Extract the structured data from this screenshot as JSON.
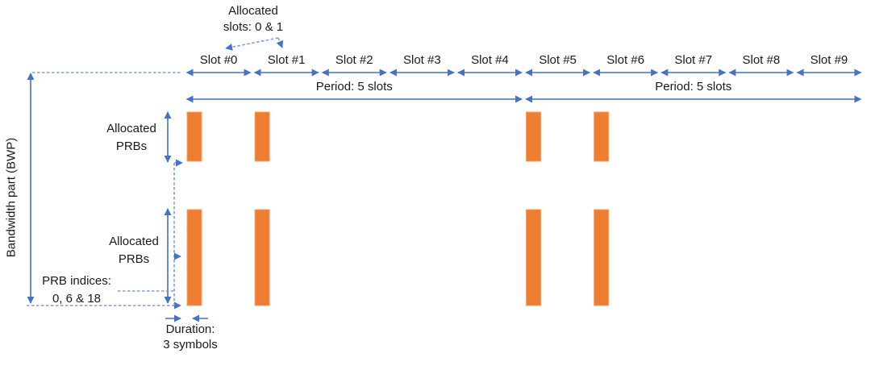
{
  "colors": {
    "accent_blue": "#4472C4",
    "dashed_blue": "#7E9FD8",
    "bar_orange": "#ED7D31",
    "bar_orange_edge": "#F2A16E",
    "text": "#1a1a1a",
    "background": "#ffffff"
  },
  "axis": {
    "bwp_label": "Bandwidth part (BWP)"
  },
  "timeline": {
    "slot_labels": [
      "Slot #0",
      "Slot #1",
      "Slot #2",
      "Slot #3",
      "Slot #4",
      "Slot #5",
      "Slot #6",
      "Slot #7",
      "Slot #8",
      "Slot #9"
    ],
    "periods": [
      {
        "label": "Period: 5 slots",
        "from_slot": 0,
        "to_slot": 4
      },
      {
        "label": "Period: 5 slots",
        "from_slot": 5,
        "to_slot": 9
      }
    ]
  },
  "allocation": {
    "bar_slot_indices": [
      0,
      1,
      5,
      6
    ],
    "bar_rows": 2
  },
  "annotations": {
    "allocated_slots": "Allocated\nslots: 0 & 1",
    "allocated_prbs_top": "Allocated\nPRBs",
    "allocated_prbs_bottom": "Allocated\nPRBs",
    "prb_indices": "PRB indices:\n0, 6 & 18",
    "duration": "Duration:\n3 symbols"
  }
}
